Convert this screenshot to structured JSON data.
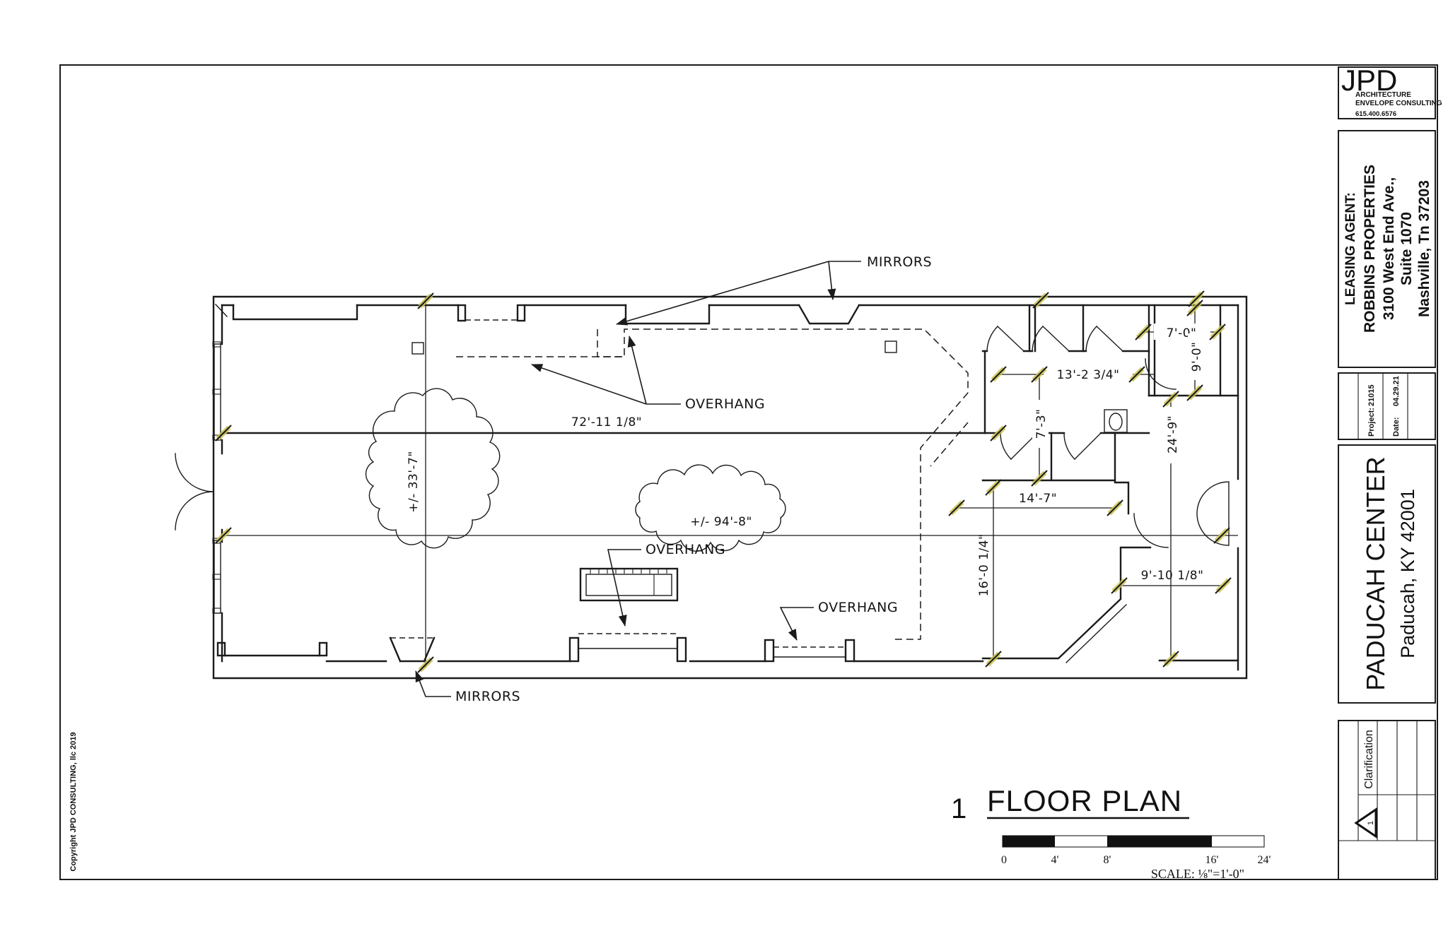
{
  "title_block": {
    "logo": {
      "name": "JPD",
      "line1": "ARCHITECTURE",
      "line2": "ENVELOPE CONSULTING",
      "phone": "615.400.6576"
    },
    "leasing": {
      "label": "LEASING AGENT:",
      "name": "ROBBINS PROPERTIES",
      "address1": "3100 West End Ave.,",
      "address2": "Suite 1070",
      "address3": "Nashville, Tn 37203"
    },
    "project": {
      "label": "Project:",
      "value": "21015"
    },
    "date": {
      "label": "Date:",
      "value": "04.29.21"
    },
    "property": {
      "name": "PADUCAH CENTER",
      "location": "Paducah, KY  42001"
    },
    "revision": {
      "label": "Clarification",
      "number": "1"
    },
    "copyright": "Copyright  JPD CONSULTING, llc  2019"
  },
  "drawing": {
    "number": "1",
    "title": "FLOOR PLAN",
    "scale_note": "SCALE: ⅛\"=1'-0\"",
    "scale_ticks": [
      "0",
      "4'",
      "8'",
      "16'",
      "24'"
    ]
  },
  "plan": {
    "labels": {
      "mirrors": "MIRRORS",
      "overhang": "OVERHANG"
    },
    "dimensions": {
      "d72": "72'-11  1/8\"",
      "d33": "+/-  33'-7\"",
      "d94": "+/-  94'-8\"",
      "d13": "13'-2  3/4\"",
      "d7_3": "7'-3\"",
      "d7_0": "7'-0\"",
      "d9_0": "9'-0\"",
      "d24_9": "24'-9\"",
      "d14_7": "14'-7\"",
      "d16_0": "16'-0  1/4\"",
      "d9_10": "9'-10  1/8\""
    }
  }
}
